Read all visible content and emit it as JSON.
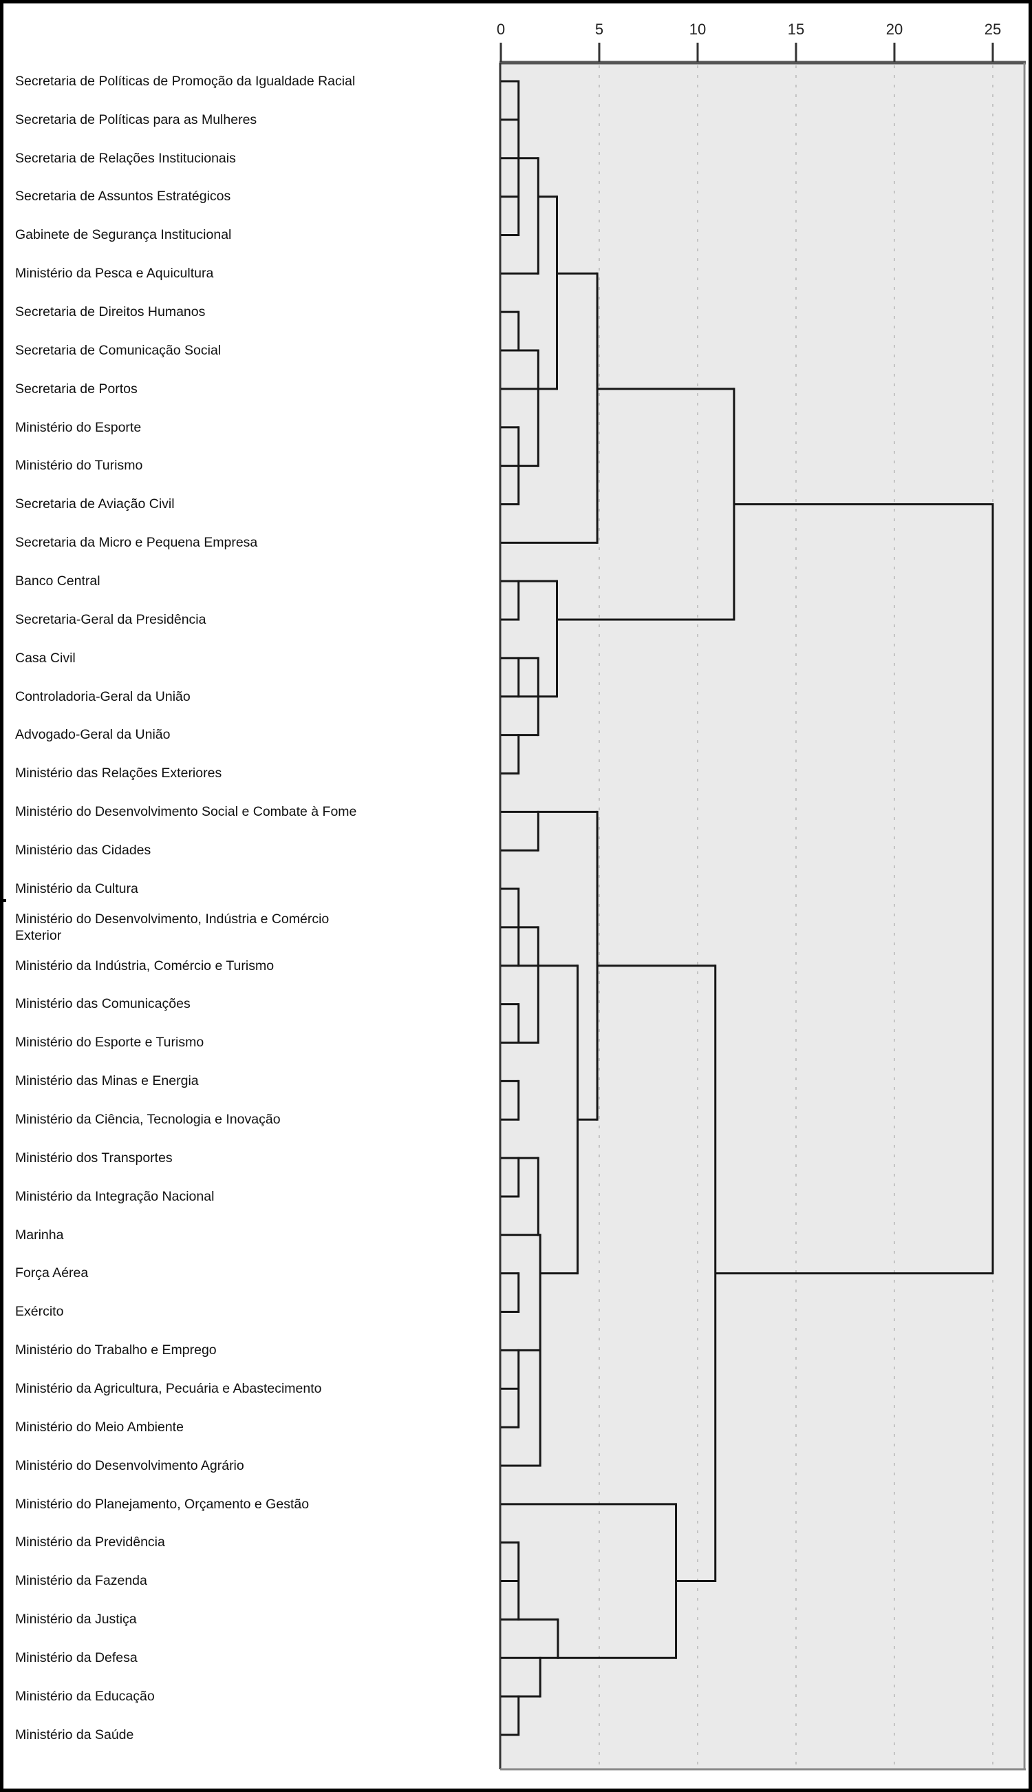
{
  "window": {
    "background": "#ffffff",
    "border_color": "#000000"
  },
  "chart_data": {
    "type": "dendrogram",
    "orientation": "horizontal",
    "title": "",
    "xlabel": "",
    "ylabel": "",
    "axis": {
      "ticks": [
        0,
        5,
        10,
        15,
        20,
        25
      ],
      "gridlines": [
        5,
        10,
        15,
        20,
        25
      ],
      "range": [
        0,
        25
      ],
      "position": "top",
      "grid_style": "dashed"
    },
    "colors": {
      "plot_bg": "#eaeaea",
      "label_bg": "#ffffff",
      "line": "#161616",
      "grid": "#c4c4c4",
      "frame": "#555555",
      "tick_text": "#222222",
      "label_text": "#111111"
    },
    "leaves": [
      "Secretaria de Políticas de Promoção da Igualdade Racial",
      "Secretaria de Políticas para as Mulheres",
      "Secretaria de Relações Institucionais",
      "Secretaria de Assuntos Estratégicos",
      "Gabinete de Segurança Institucional",
      "Ministério da Pesca e Aquicultura",
      "Secretaria de Direitos Humanos",
      "Secretaria de Comunicação Social",
      "Secretaria de Portos",
      "Ministério do Esporte",
      "Ministério do Turismo",
      "Secretaria de Aviação Civil",
      "Secretaria da Micro e Pequena Empresa",
      "Banco Central",
      "Secretaria-Geral da Presidência",
      "Casa Civil",
      "Controladoria-Geral da União",
      "Advogado-Geral da União",
      "Ministério das Relações Exteriores",
      "Ministério do Desenvolvimento Social e Combate à Fome",
      "Ministério das Cidades",
      "Ministério da Cultura",
      "Ministério do Desenvolvimento, Indústria e Comércio\nExterior",
      "Ministério da Indústria, Comércio e Turismo",
      "Ministério das Comunicações",
      "Ministério do Esporte e Turismo",
      "Ministério das Minas e Energia",
      "Ministério da Ciência, Tecnologia e Inovação",
      "Ministério dos Transportes",
      "Ministério da Integração Nacional",
      "Marinha",
      "Força Aérea",
      "Exército",
      "Ministério do Trabalho e Emprego",
      "Ministério da Agricultura, Pecuária e Abastecimento",
      "Ministério do Meio Ambiente",
      "Ministério do Desenvolvimento Agrário",
      "Ministério do Planejamento, Orçamento e Gestão",
      "Ministério da Previdência",
      "Ministério da Fazenda",
      "Ministério da Justiça",
      "Ministério da Defesa",
      "Ministério da Educação",
      "Ministério da Saúde"
    ],
    "verticals": [
      {
        "d": 0.9,
        "a": 1,
        "b": 5
      },
      {
        "d": 1.9,
        "a": 3,
        "b": 6
      },
      {
        "d": 2.85,
        "a": 4,
        "b": 9
      },
      {
        "d": 0.9,
        "a": 7,
        "b": 8
      },
      {
        "d": 1.9,
        "a": 8,
        "b": 11
      },
      {
        "d": 0.9,
        "a": 10,
        "b": 12
      },
      {
        "d": 4.9,
        "a": 6,
        "b": 13
      },
      {
        "d": 11.85,
        "a": 9,
        "b": 15
      },
      {
        "d": 0.9,
        "a": 14,
        "b": 15
      },
      {
        "d": 2.85,
        "a": 14,
        "b": 17
      },
      {
        "d": 0.9,
        "a": 16,
        "b": 17
      },
      {
        "d": 1.9,
        "a": 16,
        "b": 18
      },
      {
        "d": 0.9,
        "a": 18,
        "b": 19
      },
      {
        "d": 1.9,
        "a": 20,
        "b": 21
      },
      {
        "d": 4.9,
        "a": 20,
        "b": 28
      },
      {
        "d": 0.9,
        "a": 22,
        "b": 24
      },
      {
        "d": 1.9,
        "a": 23,
        "b": 26
      },
      {
        "d": 0.9,
        "a": 25,
        "b": 26
      },
      {
        "d": 0.9,
        "a": 27,
        "b": 28
      },
      {
        "d": 3.9,
        "a": 24,
        "b": 32
      },
      {
        "d": 0.9,
        "a": 29,
        "b": 30
      },
      {
        "d": 1.9,
        "a": 29,
        "b": 31
      },
      {
        "d": 2.0,
        "a": 31,
        "b": 37
      },
      {
        "d": 0.9,
        "a": 32,
        "b": 33
      },
      {
        "d": 0.9,
        "a": 34,
        "b": 36
      },
      {
        "d": 10.9,
        "a": 24,
        "b": 40
      },
      {
        "d": 0.9,
        "a": 39,
        "b": 41
      },
      {
        "d": 2.9,
        "a": 41,
        "b": 42
      },
      {
        "d": 2.0,
        "a": 42,
        "b": 43
      },
      {
        "d": 0.9,
        "a": 43,
        "b": 44
      },
      {
        "d": 8.9,
        "a": 38,
        "b": 42
      },
      {
        "d": 25.0,
        "a": 12,
        "b": 32
      }
    ],
    "horizontals": [
      {
        "row": 1,
        "from": 0,
        "to": 0.9
      },
      {
        "row": 2,
        "from": 0,
        "to": 0.9
      },
      {
        "row": 3,
        "from": 0,
        "to": 1.9
      },
      {
        "row": 4,
        "from": 0,
        "to": 0.9
      },
      {
        "row": 4,
        "from": 1.9,
        "to": 2.85
      },
      {
        "row": 5,
        "from": 0,
        "to": 0.9
      },
      {
        "row": 6,
        "from": 0,
        "to": 1.9
      },
      {
        "row": 6,
        "from": 2.85,
        "to": 4.9
      },
      {
        "row": 7,
        "from": 0,
        "to": 0.9
      },
      {
        "row": 8,
        "from": 0,
        "to": 1.9
      },
      {
        "row": 9,
        "from": 0,
        "to": 2.85
      },
      {
        "row": 9,
        "from": 4.9,
        "to": 11.85
      },
      {
        "row": 10,
        "from": 0,
        "to": 0.9
      },
      {
        "row": 11,
        "from": 0,
        "to": 1.9
      },
      {
        "row": 12,
        "from": 0,
        "to": 0.9
      },
      {
        "row": 12,
        "from": 11.85,
        "to": 25.0
      },
      {
        "row": 13,
        "from": 0,
        "to": 4.9
      },
      {
        "row": 14,
        "from": 0,
        "to": 2.85
      },
      {
        "row": 15,
        "from": 0,
        "to": 0.9
      },
      {
        "row": 15,
        "from": 2.85,
        "to": 11.85
      },
      {
        "row": 16,
        "from": 0,
        "to": 1.9
      },
      {
        "row": 17,
        "from": 0,
        "to": 2.85
      },
      {
        "row": 18,
        "from": 0,
        "to": 1.9
      },
      {
        "row": 19,
        "from": 0,
        "to": 0.9
      },
      {
        "row": 20,
        "from": 0,
        "to": 4.9
      },
      {
        "row": 21,
        "from": 0,
        "to": 1.9
      },
      {
        "row": 22,
        "from": 0,
        "to": 0.9
      },
      {
        "row": 23,
        "from": 0,
        "to": 1.9
      },
      {
        "row": 24,
        "from": 0,
        "to": 3.9
      },
      {
        "row": 24,
        "from": 4.9,
        "to": 10.9
      },
      {
        "row": 25,
        "from": 0,
        "to": 0.9
      },
      {
        "row": 26,
        "from": 0,
        "to": 1.9
      },
      {
        "row": 27,
        "from": 0,
        "to": 0.9
      },
      {
        "row": 28,
        "from": 0,
        "to": 0.9
      },
      {
        "row": 28,
        "from": 3.9,
        "to": 4.9
      },
      {
        "row": 29,
        "from": 0,
        "to": 1.9
      },
      {
        "row": 30,
        "from": 0,
        "to": 0.9
      },
      {
        "row": 31,
        "from": 0,
        "to": 2.0
      },
      {
        "row": 32,
        "from": 0,
        "to": 0.9
      },
      {
        "row": 32,
        "from": 2.0,
        "to": 3.9
      },
      {
        "row": 32,
        "from": 10.9,
        "to": 25.0
      },
      {
        "row": 33,
        "from": 0,
        "to": 0.9
      },
      {
        "row": 34,
        "from": 0,
        "to": 2.0
      },
      {
        "row": 35,
        "from": 0,
        "to": 0.9
      },
      {
        "row": 36,
        "from": 0,
        "to": 0.9
      },
      {
        "row": 37,
        "from": 0,
        "to": 2.0
      },
      {
        "row": 38,
        "from": 0,
        "to": 8.9
      },
      {
        "row": 39,
        "from": 0,
        "to": 0.9
      },
      {
        "row": 40,
        "from": 0,
        "to": 0.9
      },
      {
        "row": 40,
        "from": 8.9,
        "to": 10.9
      },
      {
        "row": 41,
        "from": 0,
        "to": 2.9
      },
      {
        "row": 42,
        "from": 0,
        "to": 8.9
      },
      {
        "row": 43,
        "from": 0,
        "to": 2.0
      },
      {
        "row": 44,
        "from": 0,
        "to": 0.9
      }
    ]
  }
}
